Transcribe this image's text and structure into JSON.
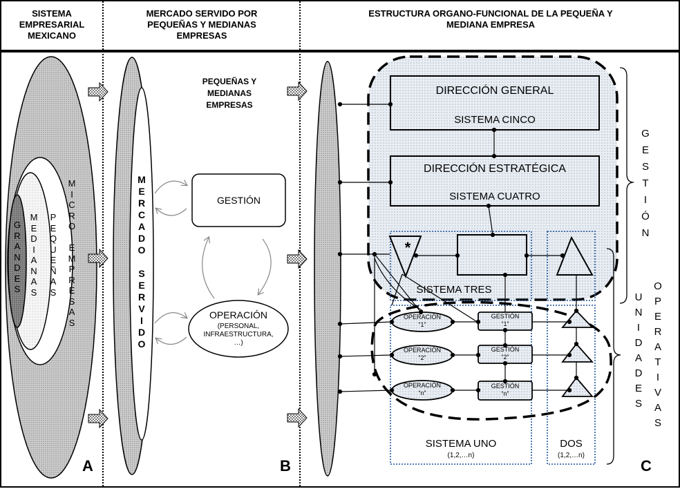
{
  "headers": {
    "col_a": [
      "SISTEMA",
      "EMPRESARIAL",
      "MEXICANO"
    ],
    "col_b": [
      "MERCADO SERVIDO POR",
      "PEQUEÑAS Y MEDIANAS",
      "EMPRESAS"
    ],
    "col_c": [
      "ESTRUCTURA ORGANO-FUNCIONAL  DE LA PEQUEÑA Y",
      "MEDIANA EMPRESA"
    ]
  },
  "panel_a": {
    "rings": [
      {
        "label": [
          "G",
          "R",
          "A",
          "N",
          "D",
          "E",
          "S"
        ]
      },
      {
        "label": [
          "M",
          "E",
          "D",
          "I",
          "A",
          "N",
          "A",
          "S"
        ]
      },
      {
        "label": [
          "P",
          "E",
          "Q",
          "U",
          "E",
          "Ñ",
          "A",
          "S"
        ]
      },
      {
        "label": [
          "M",
          "I",
          "C",
          "R",
          "O",
          " ",
          "E",
          "M",
          "P",
          "R",
          "E",
          "S",
          "A",
          "S"
        ]
      }
    ],
    "letter": "A"
  },
  "panel_b": {
    "market_label": [
      "M",
      "E",
      "R",
      "C",
      "A",
      "D",
      "O",
      " ",
      "S",
      "E",
      "R",
      "V",
      "I",
      "D",
      "O"
    ],
    "target_title": [
      "PEQUEÑAS Y",
      "MEDIANAS",
      "EMPRESAS"
    ],
    "gestion": "GESTIÓN",
    "operacion": "OPERACIÓN",
    "operacion_detail": [
      "(PERSONAL,",
      "INFRAESTRUCTURA,",
      "…)"
    ],
    "letter": "B"
  },
  "panel_c": {
    "sistema_cinco": [
      "DIRECCIÓN GENERAL",
      "SISTEMA CINCO"
    ],
    "sistema_cuatro": [
      "DIRECCIÓN ESTRATÉGICA",
      "SISTEMA CUATRO"
    ],
    "sistema_tres": "SISTEMA TRES",
    "asterisk": "*",
    "operaciones": [
      {
        "name": "OPERACIÓN",
        "id": "“1”"
      },
      {
        "name": "OPERACIÓN",
        "id": "“2”"
      },
      {
        "name": "OPERACIÓN",
        "id": "“n”"
      }
    ],
    "gestiones": [
      {
        "name": "GESTIÓN",
        "id": "“1”"
      },
      {
        "name": "GESTIÓN",
        "id": "“2”"
      },
      {
        "name": "GESTIÓN",
        "id": "“n”"
      }
    ],
    "sistema_uno": "SISTEMA UNO",
    "sistema_uno_range": "(1,2,…n)",
    "dos": "DOS",
    "dos_range": "(1,2,…n)",
    "gestion_side": [
      "G",
      "E",
      "S",
      "T",
      "I",
      "Ó",
      "N"
    ],
    "unidades_side": [
      "U",
      "N",
      "I",
      "D",
      "A",
      "D",
      "E",
      "S"
    ],
    "operativas_side": [
      "O",
      "P",
      "E",
      "R",
      "A",
      "T",
      "I",
      "V",
      "A",
      "S"
    ],
    "letter": "C"
  }
}
